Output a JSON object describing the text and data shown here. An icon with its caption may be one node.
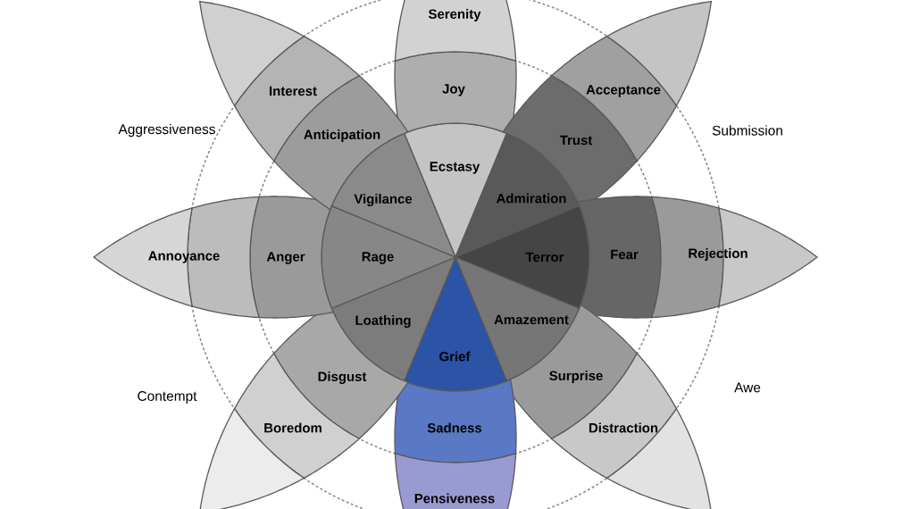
{
  "diagram": {
    "nodes": [
      {
        "text": [
          "Ecstasy"
        ]
      },
      {
        "text": [
          "Joy"
        ]
      },
      {
        "text": [
          "Serenity"
        ]
      },
      {
        "text": [
          "Admiration"
        ]
      },
      {
        "text": [
          "Trust"
        ]
      },
      {
        "text": [
          "Acceptance"
        ]
      },
      {
        "text": [
          "Terror"
        ]
      },
      {
        "text": [
          "Fear"
        ]
      },
      {
        "text": [
          "Rejection"
        ]
      },
      {
        "text": [
          "Amazement"
        ]
      },
      {
        "text": [
          "Surprise"
        ]
      },
      {
        "text": [
          "Distraction"
        ]
      },
      {
        "text": [
          "Grief"
        ]
      },
      {
        "text": [
          "Sadness"
        ]
      },
      {
        "text": [
          "Pensiveness"
        ]
      },
      {
        "text": [
          "Loathing"
        ]
      },
      {
        "text": [
          "Disgust"
        ]
      },
      {
        "text": [
          "Boredom"
        ]
      },
      {
        "text": [
          "Rage"
        ]
      },
      {
        "text": [
          "Anger"
        ]
      },
      {
        "text": [
          "Annoyance"
        ]
      },
      {
        "text": [
          "Vigilance"
        ]
      },
      {
        "text": [
          "Anticipation"
        ]
      },
      {
        "text": [
          "Interest"
        ]
      }
    ],
    "labels": [
      "Aggressiveness",
      "Submission",
      "Contempt",
      "Awe"
    ]
  }
}
